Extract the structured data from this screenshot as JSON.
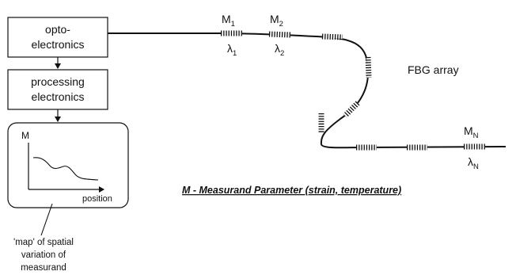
{
  "boxes": {
    "opto": {
      "line1": "opto-",
      "line2": "electronics"
    },
    "processing": {
      "line1": "processing",
      "line2": "electronics"
    }
  },
  "plot": {
    "y_label": "M",
    "x_label": "position"
  },
  "map_note": {
    "line1": "'map' of spatial",
    "line2": "variation of",
    "line3": "measurand"
  },
  "gratings": {
    "g1": {
      "m": "M",
      "m_sub": "1",
      "lambda": "λ",
      "lambda_sub": "1"
    },
    "g2": {
      "m": "M",
      "m_sub": "2",
      "lambda": "λ",
      "lambda_sub": "2"
    },
    "gN": {
      "m": "M",
      "m_sub": "N",
      "lambda": "λ",
      "lambda_sub": "N"
    }
  },
  "array_label": "FBG array",
  "legend": "M - Measurand Parameter (strain, temperature)"
}
